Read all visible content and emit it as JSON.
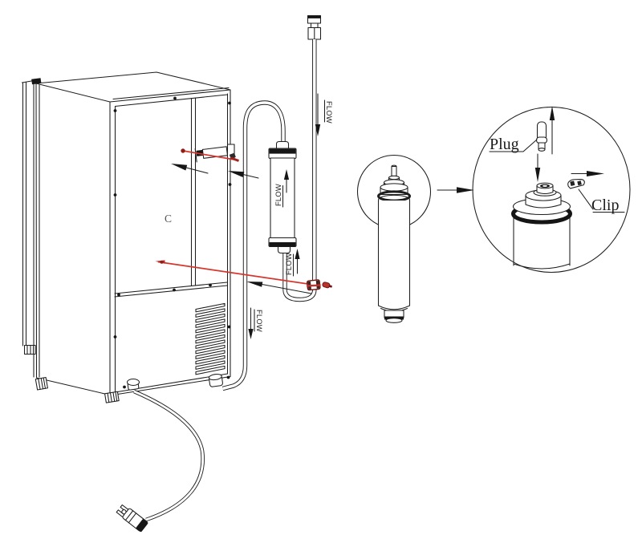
{
  "diagram": {
    "description": "water filter installation diagram for ice machine back panel",
    "labels": {
      "plug": "Plug",
      "clip": "Clip",
      "part_marker": "C"
    },
    "flow_markers": [
      "FLOW",
      "FLOW",
      "FLOW",
      "FLOW"
    ],
    "colors": {
      "line_art": "#1d1d1d",
      "highlight_red": "#d6352c"
    }
  }
}
